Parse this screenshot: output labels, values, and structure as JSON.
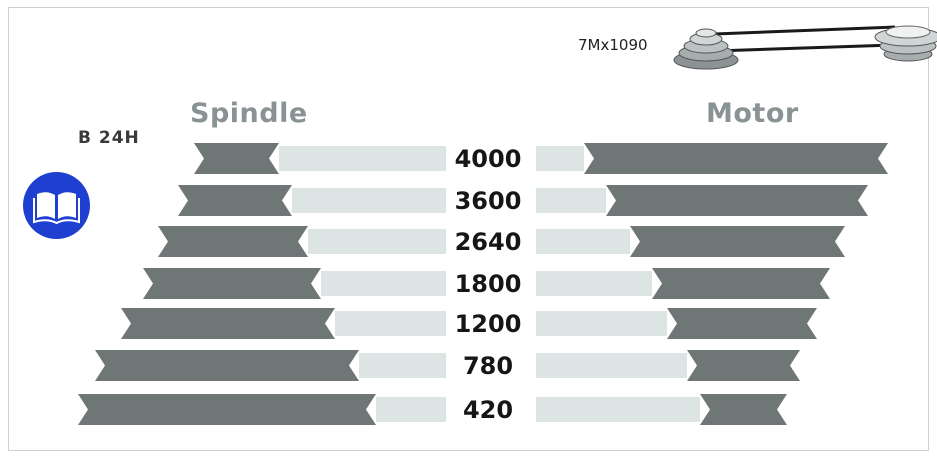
{
  "belt": {
    "label": "7Mx1090"
  },
  "machine": {
    "model": "B 24H"
  },
  "columns": {
    "spindle": "Spindle",
    "motor": "Motor"
  },
  "icons": {
    "manual": "book-icon",
    "pulleys": "belt-pulley-icon"
  },
  "colors": {
    "bar": "#6f7676",
    "track": "#dde5e4",
    "manual_button": "#1f3fd0",
    "title": "#8a9394"
  },
  "chart_data": {
    "type": "table",
    "speeds": [
      "4000",
      "3600",
      "2640",
      "1800",
      "1200",
      "780",
      "420"
    ],
    "columns": [
      "Spindle",
      "Motor"
    ]
  }
}
